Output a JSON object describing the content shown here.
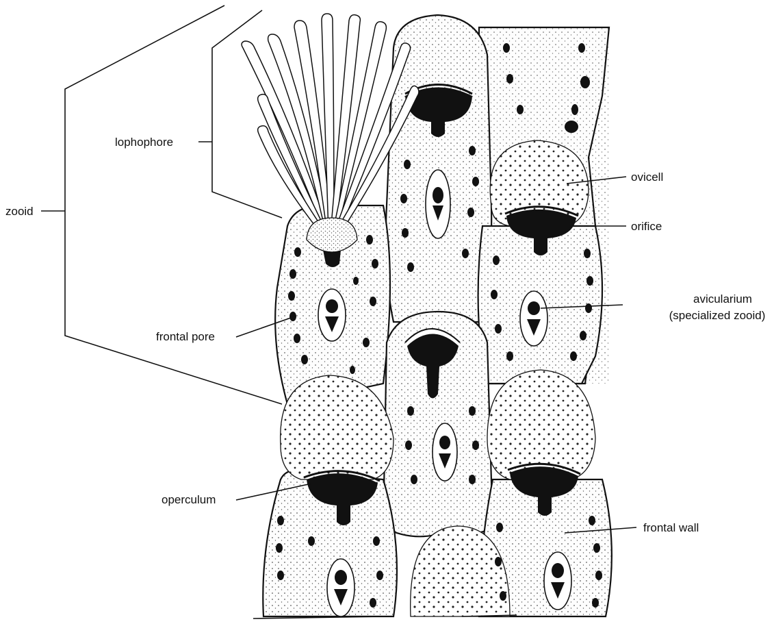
{
  "labels": {
    "zooid": "zooid",
    "lophophore": "lophophore",
    "frontal_pore": "frontal pore",
    "operculum": "operculum",
    "ovicell": "ovicell",
    "orifice": "orifice",
    "avicularium_line1": "avicularium",
    "avicularium_line2": "(specialized zooid)",
    "frontal_wall": "frontal wall"
  },
  "colors": {
    "ink": "#111111",
    "paper": "#ffffff"
  }
}
